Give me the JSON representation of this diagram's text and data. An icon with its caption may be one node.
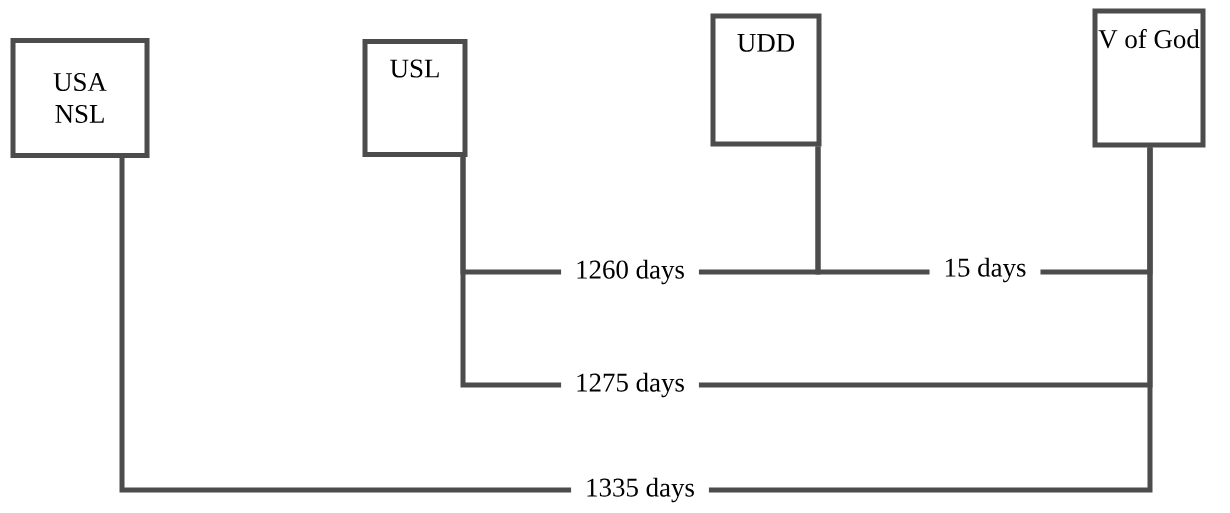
{
  "diagram": {
    "nodes": [
      {
        "text": [
          "USA NSL"
        ]
      },
      {
        "text": [
          "USL"
        ]
      },
      {
        "text": [
          "UDD"
        ]
      },
      {
        "text": [
          "V of God"
        ]
      }
    ],
    "edges": [
      {
        "from": 1,
        "to": 2,
        "arrow": "none",
        "label": "1260 days"
      },
      {
        "from": 2,
        "to": 3,
        "arrow": "none",
        "label": "15 days"
      },
      {
        "from": 1,
        "to": 3,
        "arrow": "none",
        "label": "1275 days"
      },
      {
        "from": 0,
        "to": 3,
        "arrow": "none",
        "label": "1335 days"
      }
    ]
  }
}
